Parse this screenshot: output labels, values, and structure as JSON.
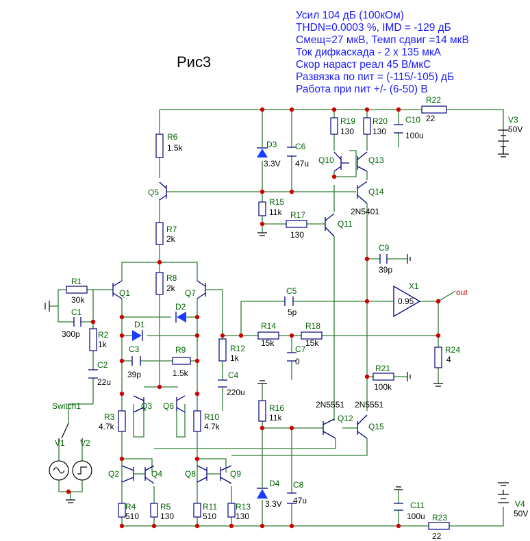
{
  "figure_label": "Рис3",
  "specs": [
    "Усил 104 дБ (100кОм)",
    "THDN=0.0003 %, IMD = -129 дБ",
    "Смещ=27 мкВ, Темп сдвиг =14 мкВ",
    "Ток дифкаскада - 2 x 135 мкА",
    "Скор нараст реал 45 В/мкС",
    "Развязка по пит = (-115/-105) дБ",
    "Работа при пит +/- (6-50) В"
  ],
  "output_label": "out",
  "components": {
    "R1": {
      "name": "R1",
      "value": "30k"
    },
    "R2": {
      "name": "R2",
      "value": "1k"
    },
    "R3": {
      "name": "R3",
      "value": "4.7k"
    },
    "R4": {
      "name": "R4",
      "value": "510"
    },
    "R5": {
      "name": "R5",
      "value": "130"
    },
    "R6": {
      "name": "R6",
      "value": "1.5k"
    },
    "R7": {
      "name": "R7",
      "value": "2k"
    },
    "R8": {
      "name": "R8",
      "value": "2k"
    },
    "R9": {
      "name": "R9",
      "value": "1.5k"
    },
    "R10": {
      "name": "R10",
      "value": "4.7k"
    },
    "R11": {
      "name": "R11",
      "value": "510"
    },
    "R12": {
      "name": "R12",
      "value": "1k"
    },
    "R13": {
      "name": "R13",
      "value": "130"
    },
    "R14": {
      "name": "R14",
      "value": "15k"
    },
    "R15": {
      "name": "R15",
      "value": "11k"
    },
    "R16": {
      "name": "R16",
      "value": "11k"
    },
    "R17": {
      "name": "R17",
      "value": "130"
    },
    "R18": {
      "name": "R18",
      "value": "15k"
    },
    "R19": {
      "name": "R19",
      "value": "130"
    },
    "R20": {
      "name": "R20",
      "value": "130"
    },
    "R21": {
      "name": "R21",
      "value": "100k"
    },
    "R22": {
      "name": "R22",
      "value": "22"
    },
    "R23": {
      "name": "R23",
      "value": "22"
    },
    "R24": {
      "name": "R24",
      "value": "4"
    },
    "C1": {
      "name": "C1",
      "value": "300p"
    },
    "C2": {
      "name": "C2",
      "value": "22u"
    },
    "C3": {
      "name": "C3",
      "value": "39p"
    },
    "C4": {
      "name": "C4",
      "value": "220u"
    },
    "C5": {
      "name": "C5",
      "value": "5p"
    },
    "C6": {
      "name": "C6",
      "value": "47u"
    },
    "C7": {
      "name": "C7",
      "value": "0"
    },
    "C8": {
      "name": "C8",
      "value": "47u"
    },
    "C9": {
      "name": "C9",
      "value": "39p"
    },
    "C10": {
      "name": "C10",
      "value": "100u"
    },
    "C11": {
      "name": "C11",
      "value": "100u"
    },
    "D1": {
      "name": "D1"
    },
    "D2": {
      "name": "D2"
    },
    "D3": {
      "name": "D3",
      "value": "3.3V"
    },
    "D4": {
      "name": "D4",
      "value": "3.3V"
    },
    "Q1": {
      "name": "Q1"
    },
    "Q2": {
      "name": "Q2"
    },
    "Q3": {
      "name": "Q3"
    },
    "Q4": {
      "name": "Q4"
    },
    "Q5": {
      "name": "Q5"
    },
    "Q6": {
      "name": "Q6"
    },
    "Q7": {
      "name": "Q7"
    },
    "Q8": {
      "name": "Q8"
    },
    "Q9": {
      "name": "Q9"
    },
    "Q10": {
      "name": "Q10"
    },
    "Q11": {
      "name": "Q11"
    },
    "Q12": {
      "name": "Q12",
      "value": "2N5551"
    },
    "Q13": {
      "name": "Q13"
    },
    "Q14": {
      "name": "Q14",
      "value": "2N5401"
    },
    "Q15": {
      "name": "Q15",
      "value": "2N5551"
    },
    "V1": {
      "name": "V1"
    },
    "V2": {
      "name": "V2"
    },
    "V3": {
      "name": "V3",
      "value": "50V"
    },
    "V4": {
      "name": "V4",
      "value": "50V"
    },
    "X1": {
      "name": "X1",
      "value": "0.95"
    },
    "Switch1": {
      "name": "Switch1"
    }
  }
}
